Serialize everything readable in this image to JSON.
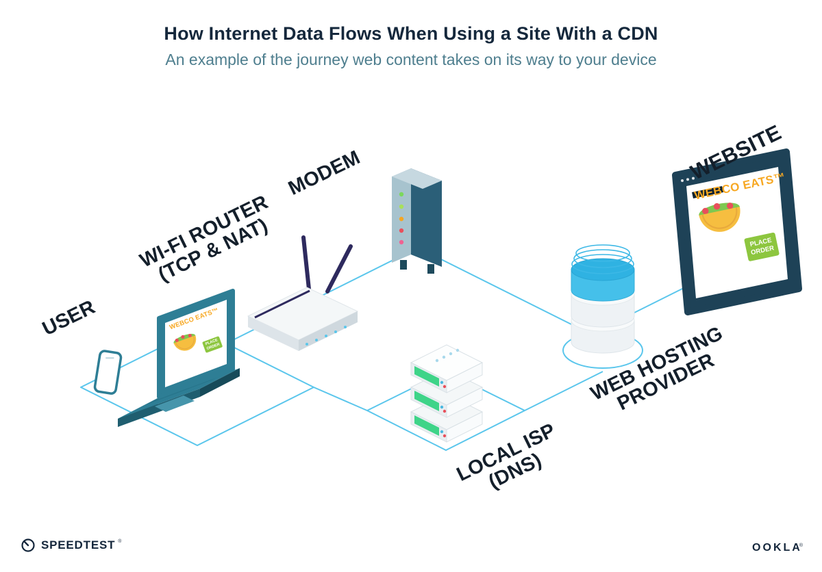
{
  "header": {
    "title": "How Internet Data Flows When Using a Site With a CDN",
    "subtitle": "An example of the journey web content takes on its way to your device"
  },
  "nodes": {
    "user": {
      "line1": "USER"
    },
    "wifi_router": {
      "line1": "WI-FI ROUTER",
      "line2": "(TCP & NAT)"
    },
    "modem": {
      "line1": "MODEM"
    },
    "local_isp": {
      "line1": "LOCAL ISP",
      "line2": "(DNS)"
    },
    "web_hosting": {
      "line1": "WEB HOSTING",
      "line2": "PROVIDER"
    },
    "website": {
      "line1": "WEBSITE"
    }
  },
  "laptop_screen": {
    "brand": "WEBCO EATS™",
    "order_button": "PLACE ORDER"
  },
  "website_screen": {
    "brand": "WEBCO EATS™",
    "order_button": "PLACE ORDER"
  },
  "footer": {
    "speedtest_wordmark": "SPEEDTEST",
    "speedtest_mark": "®",
    "ookla_wordmark": "OOKLA",
    "ookla_mark": "®"
  },
  "icons": {
    "speedtest_gauge": "circular-gauge-with-needle",
    "taco": "taco-with-lettuce-and-tomato"
  },
  "colors": {
    "connection_line": "#5AC6EC",
    "device_teal": "#2E7E95",
    "label_navy": "#141F2B",
    "subtitle_teal": "#4E7E8E",
    "brand_orange": "#F7A823",
    "button_green": "#8DC63F",
    "antenna_purple": "#2E2A5E",
    "server_green": "#3ED488",
    "database_blue": "#45C0EA"
  }
}
